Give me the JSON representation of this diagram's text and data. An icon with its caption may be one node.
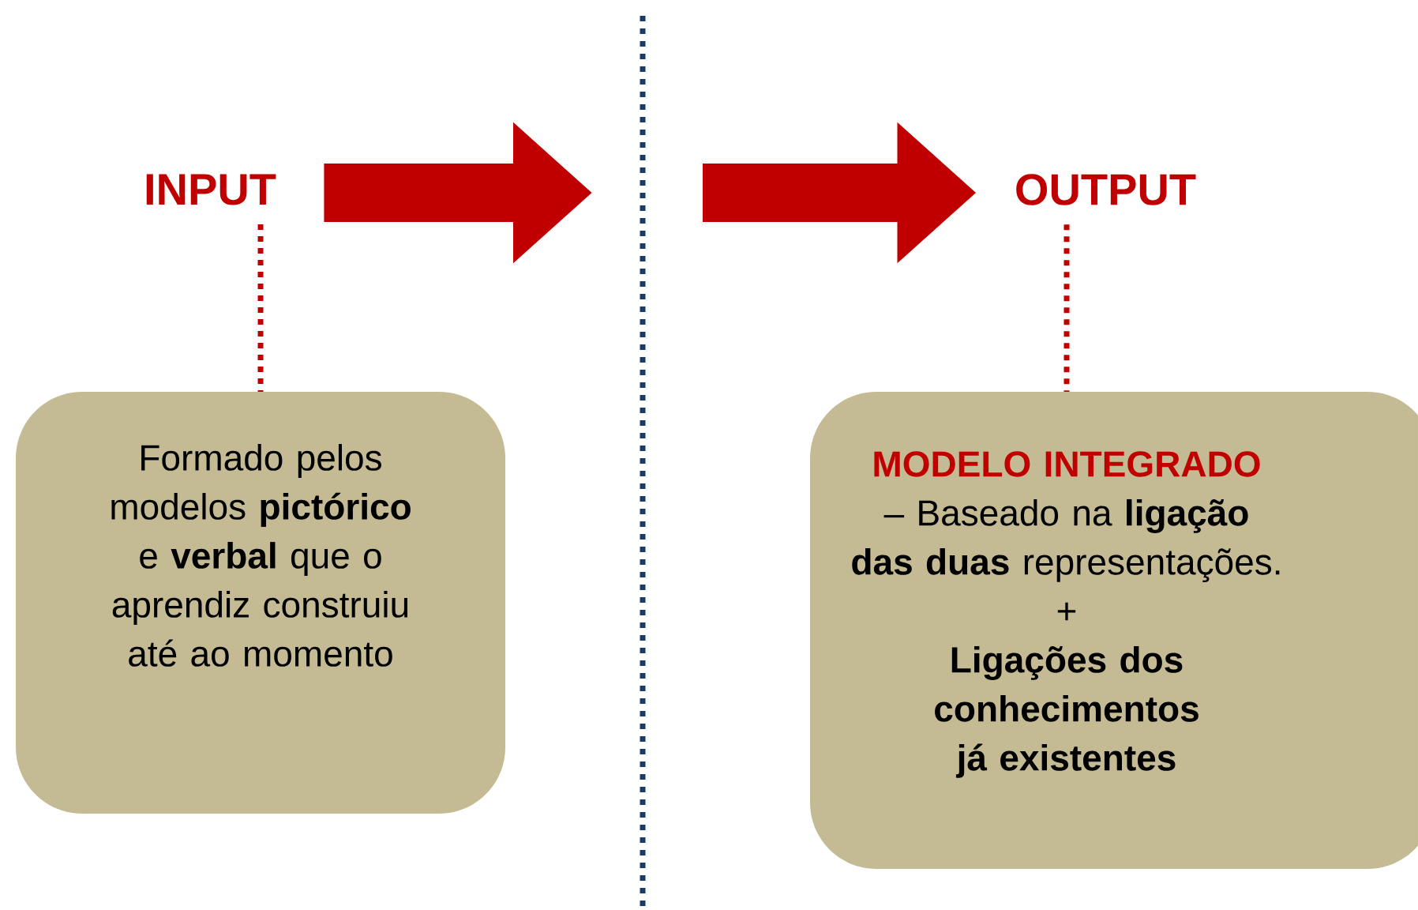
{
  "diagram": {
    "nodes": [
      {
        "text": [
          "INPUT"
        ]
      },
      {
        "text": [
          "Formado pelos modelos **pictórico** e **verbal** que o aprendiz construiu até ao momento"
        ]
      },
      {
        "text": [
          "OUTPUT"
        ]
      },
      {
        "text": [
          "MODELO INTEGRADO",
          "– Baseado na **ligação das duas** representações.",
          "+",
          "Ligações dos conhecimentos já existentes"
        ]
      }
    ],
    "edges": [
      {
        "from": 0,
        "to": 1,
        "arrow": "none",
        "style": "dashed"
      },
      {
        "from": 2,
        "to": 3,
        "arrow": "none",
        "style": "dashed"
      },
      {
        "from": 0,
        "to": null,
        "arrow": "to",
        "style": "thick"
      },
      {
        "from": null,
        "to": 2,
        "arrow": "to",
        "style": "thick"
      }
    ]
  }
}
